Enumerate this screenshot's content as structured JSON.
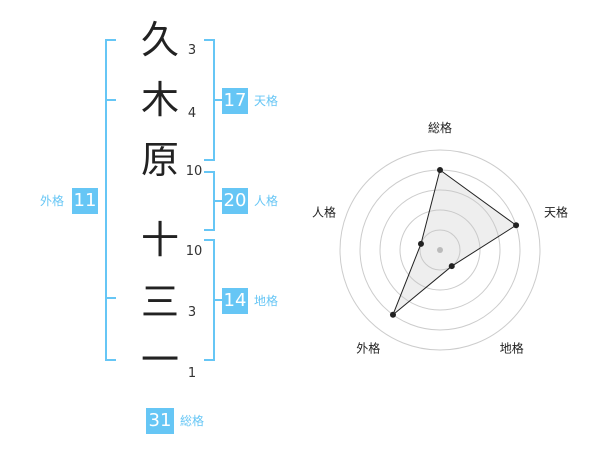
{
  "name": {
    "characters": [
      {
        "char": "久",
        "strokes": "3"
      },
      {
        "char": "木",
        "strokes": "4"
      },
      {
        "char": "原",
        "strokes": "10"
      },
      {
        "char": "十",
        "strokes": "10"
      },
      {
        "char": "三",
        "strokes": "3"
      },
      {
        "char": "一",
        "strokes": "1"
      }
    ]
  },
  "fortunes": {
    "tenkaku": {
      "value": "17",
      "label": "天格"
    },
    "jinkaku": {
      "value": "20",
      "label": "人格"
    },
    "chikaku": {
      "value": "14",
      "label": "地格"
    },
    "gaikaku": {
      "value": "11",
      "label": "外格"
    },
    "soukaku": {
      "value": "31",
      "label": "総格"
    }
  },
  "radar": {
    "axes": [
      "総格",
      "天格",
      "地格",
      "外格",
      "人格"
    ],
    "values": [
      4,
      4,
      1,
      4,
      1
    ],
    "max": 5
  },
  "colors": {
    "accent": "#66c6f5",
    "bracket": "#66c6f5"
  }
}
